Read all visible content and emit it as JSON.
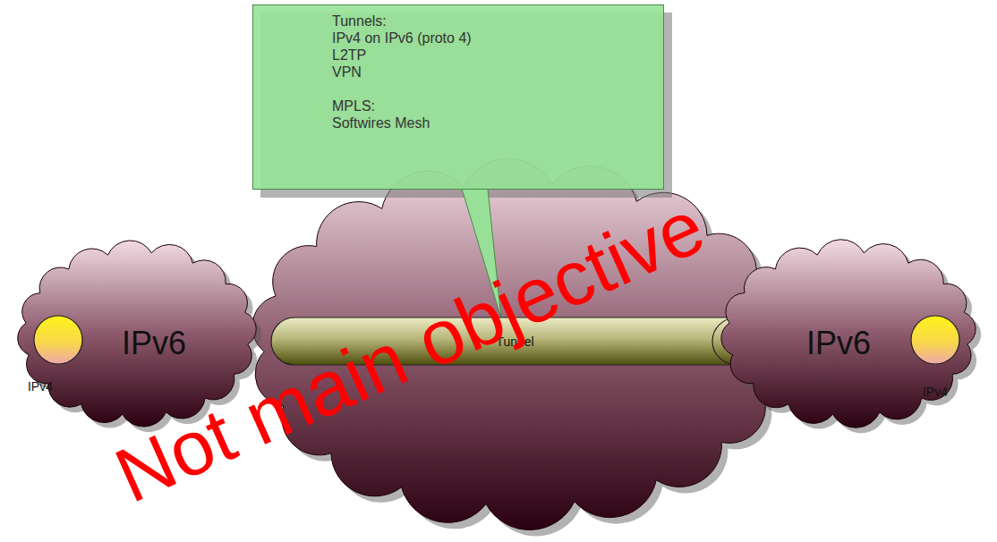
{
  "diagram": {
    "nodes": [
      {
        "text": [
          "Tunnels:",
          "IPv4 on IPv6 (proto 4)",
          "L2TP",
          "VPN",
          "MPLS:",
          "Softwires Mesh"
        ]
      },
      {
        "text": [
          "IPv6"
        ]
      },
      {
        "text": [
          "IPv4"
        ],
        "in": 1
      },
      {
        "text": [
          "Tunnel"
        ]
      },
      {
        "text": [
          "IPv6"
        ]
      },
      {
        "text": [
          "IPv4"
        ],
        "in": 4
      }
    ],
    "labels": [
      "Not main objective"
    ]
  }
}
